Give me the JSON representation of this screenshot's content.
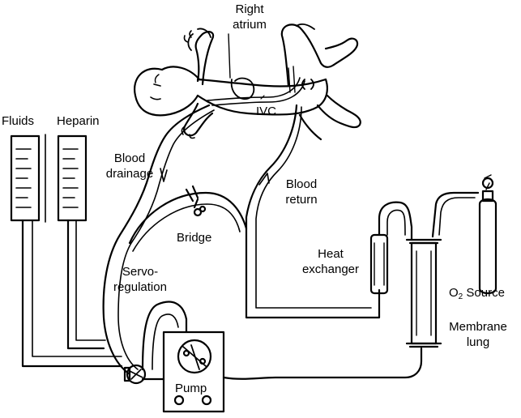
{
  "labels": {
    "right_atrium_1": "Right",
    "right_atrium_2": "atrium",
    "fluids": "Fluids",
    "heparin": "Heparin",
    "ivc": "IVC",
    "blood_drainage_1": "Blood",
    "blood_drainage_2": "drainage",
    "blood_return_1": "Blood",
    "blood_return_2": "return",
    "bridge": "Bridge",
    "heat_exchanger_1": "Heat",
    "heat_exchanger_2": "exchanger",
    "servo_1": "Servo-",
    "servo_2": "regulation",
    "o2_o": "O",
    "o2_sub": "2",
    "o2_rest": " Source",
    "membrane_1": "Membrane",
    "membrane_2": "lung",
    "pump": "Pump"
  },
  "colors": {
    "ink": "#000000",
    "background": "#ffffff"
  }
}
